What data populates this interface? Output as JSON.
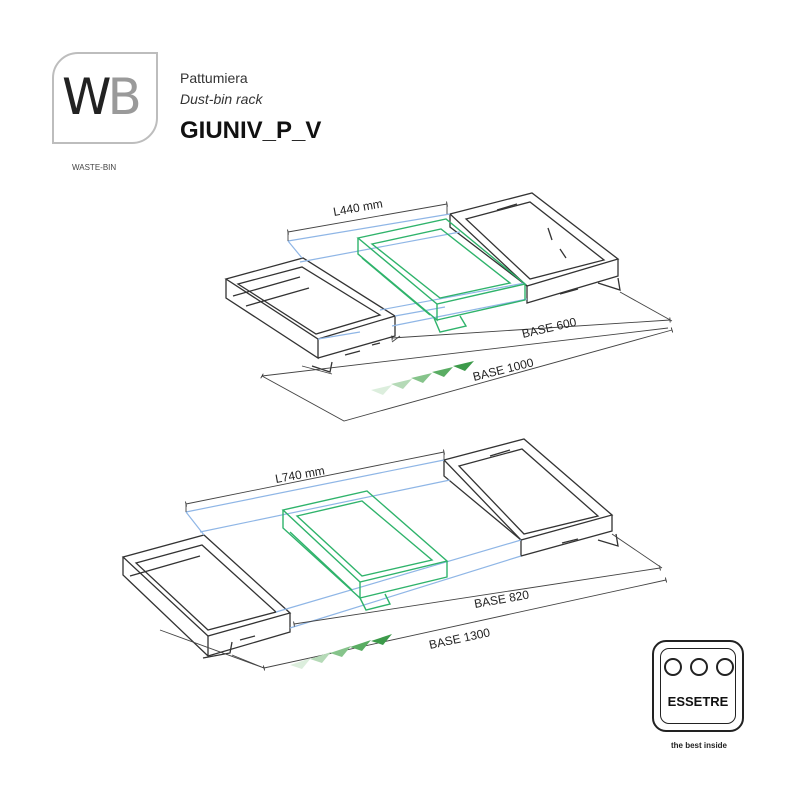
{
  "logo": {
    "letter_w": "W",
    "letter_b": "B",
    "caption": "WASTE-BIN"
  },
  "header": {
    "line1": "Pattumiera",
    "line2": "Dust-bin rack",
    "model": "GIUNIV_P_V"
  },
  "top_diagram": {
    "width_label": "L440 mm",
    "base_small": "BASE 600",
    "base_large": "BASE 1000"
  },
  "bottom_diagram": {
    "width_label": "L740 mm",
    "base_small": "BASE 820",
    "base_large": "BASE 1300"
  },
  "brand": {
    "name": "ESSETRE",
    "tagline": "the best inside"
  },
  "colors": {
    "frame": "#333333",
    "blue": "#8fb6e6",
    "green": "#2fb36b",
    "arrow": "#3c9a4a",
    "gray_logo": "#9a9a9a"
  }
}
